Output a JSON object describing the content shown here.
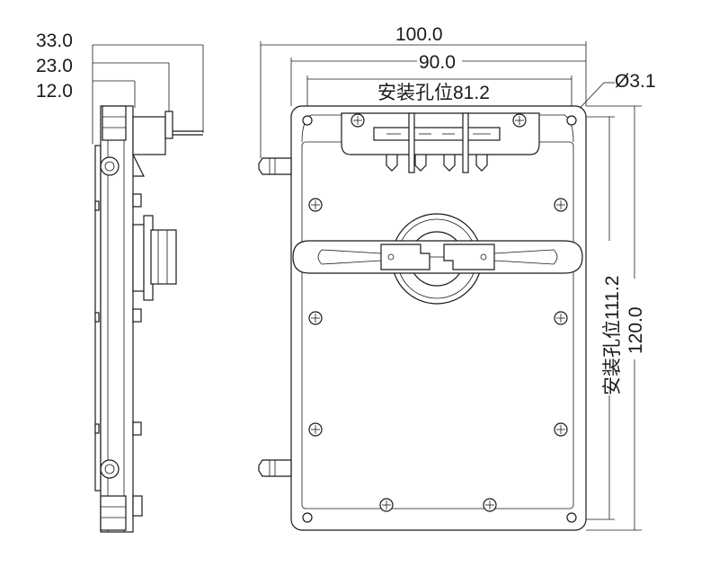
{
  "dimensions": {
    "side_depth_total": "33.0",
    "side_depth_mid": "23.0",
    "side_depth_plate": "12.0",
    "overall_width": "100.0",
    "inner_width": "90.0",
    "mount_hole_horizontal": "安装孔位81.2",
    "hole_diameter": "Ø3.1",
    "mount_hole_vertical": "安装孔位111.2",
    "overall_height": "120.0"
  }
}
